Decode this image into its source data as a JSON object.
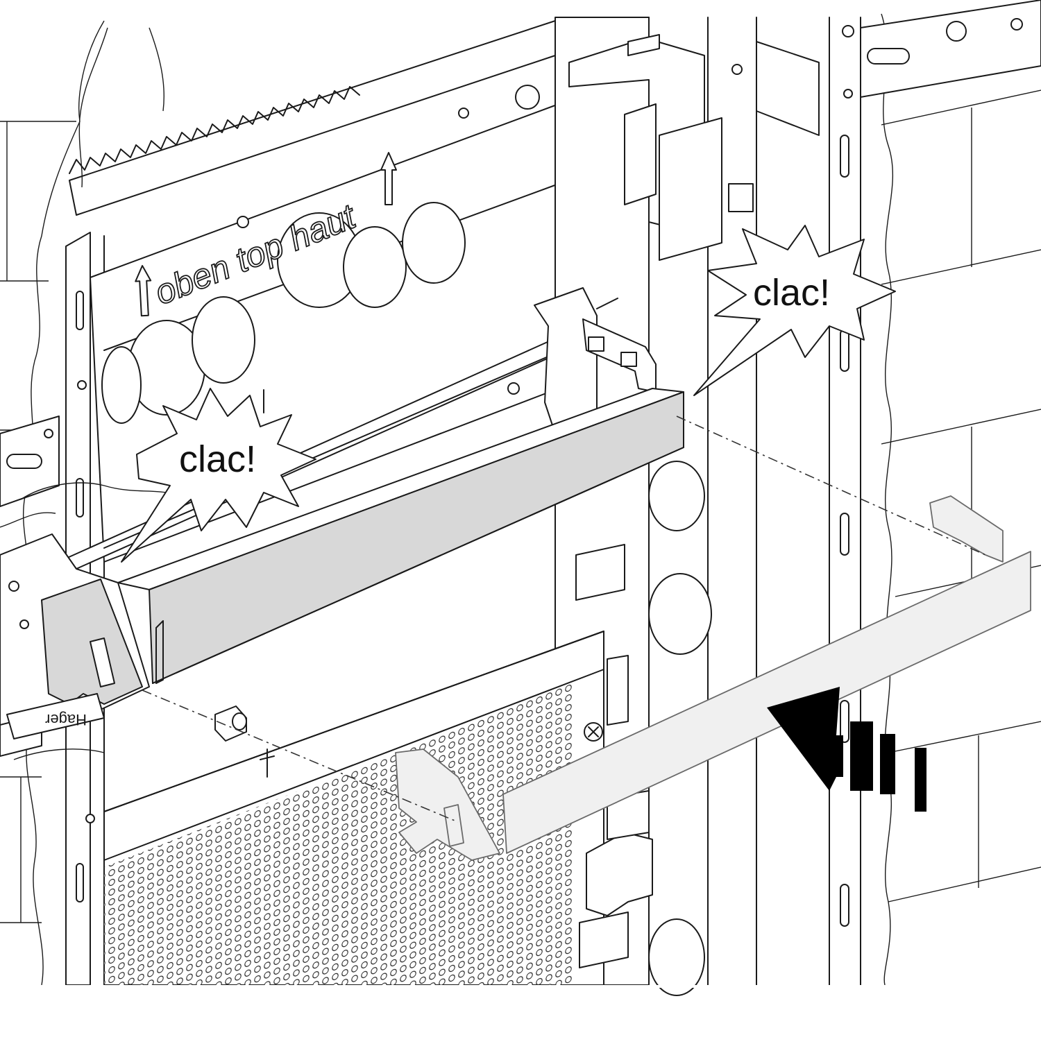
{
  "labels": {
    "orientation_text": "oben top haut",
    "click_sound_left": "clac!",
    "click_sound_right": "clac!",
    "brand_mark": "Hager"
  },
  "icons": [
    "up-arrow-icon",
    "up-arrow-icon",
    "insertion-direction-arrow-icon",
    "starburst-icon",
    "hand-icon"
  ],
  "colors": {
    "line": "#1a1a1a",
    "installed_cover_fill": "#d8d8d8",
    "incoming_cover_fill": "#f0f0f0",
    "background": "#ffffff"
  }
}
